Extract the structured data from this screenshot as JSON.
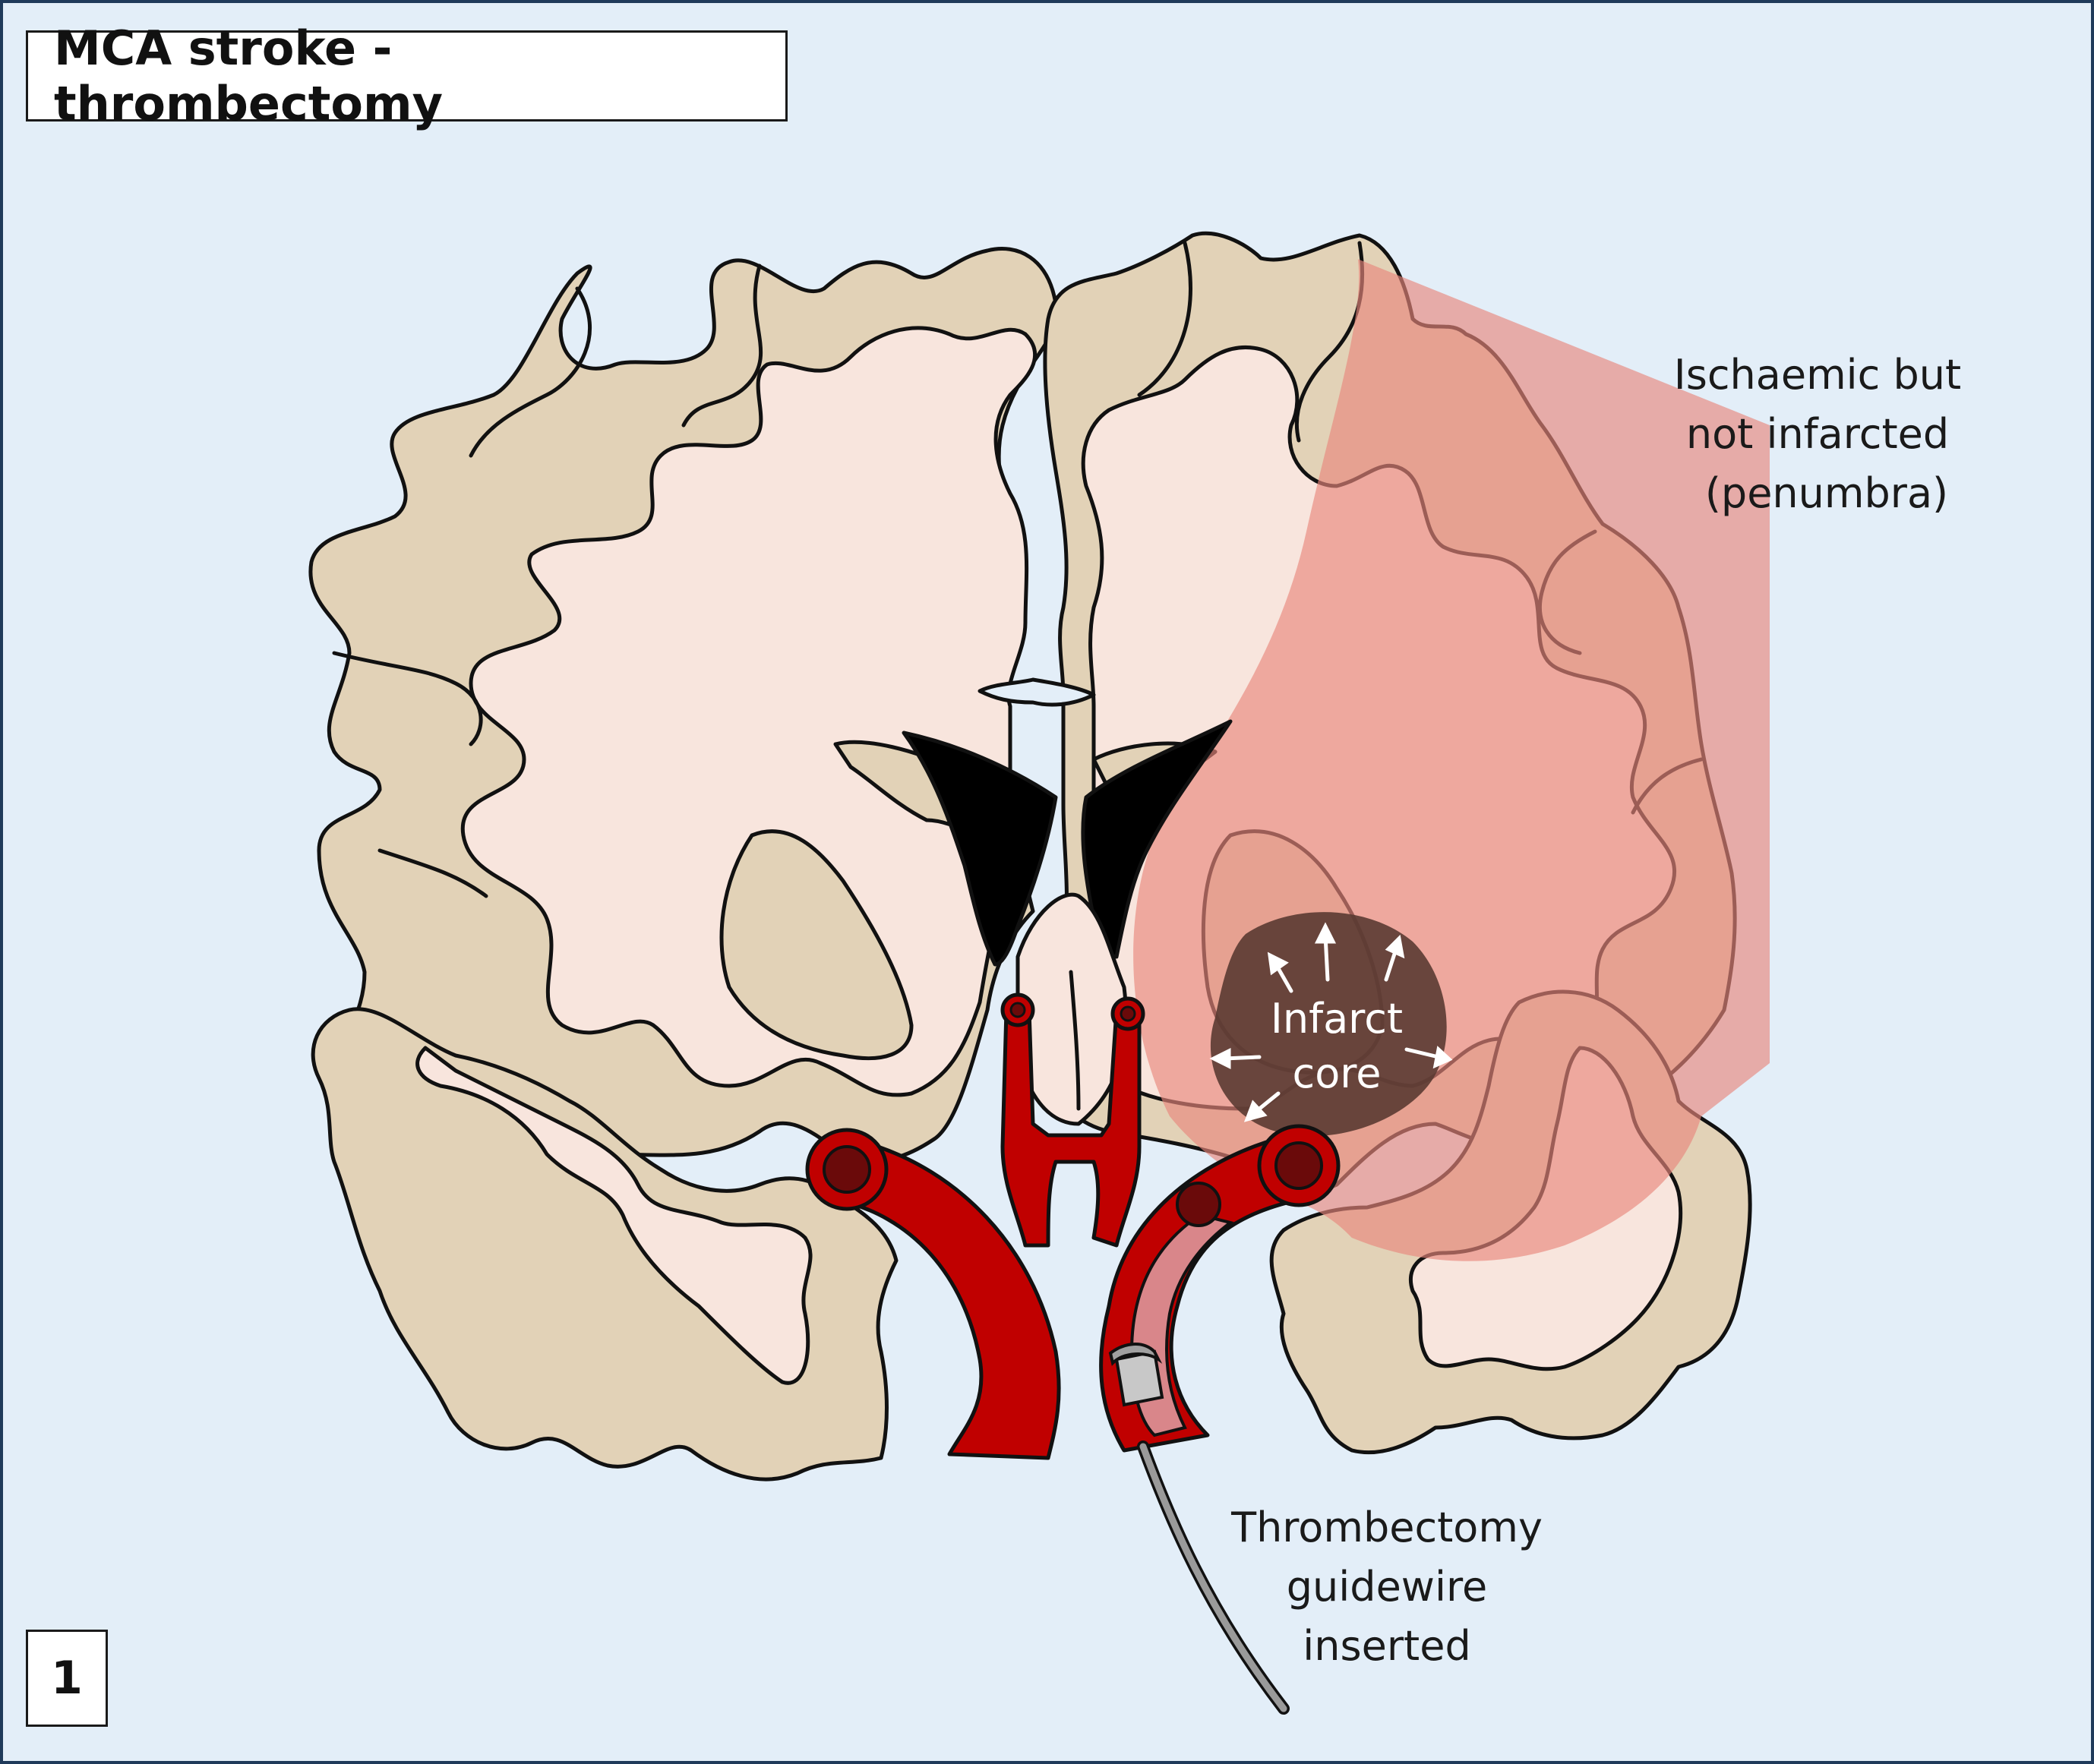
{
  "title": "MCA stroke - thrombectomy",
  "panel_number": "1",
  "labels": {
    "penumbra": [
      "Ischaemic but",
      "not infarcted",
      "(penumbra)"
    ],
    "infarct_core": [
      "Infarct",
      "core"
    ],
    "guidewire": [
      "Thrombectomy",
      "guidewire",
      "inserted"
    ]
  },
  "colors": {
    "background": "#e3eef8",
    "border": "#1f3a5a",
    "grey_matter": "#e2d2b7",
    "white_matter": "#f8e5dd",
    "penumbra": "#e8877c",
    "infarct_core": "#5a3a32",
    "artery": "#c00000",
    "clot": "#6a0a0a",
    "ventricle": "#000000",
    "guidewire": "#9a9a9a"
  },
  "icons": [
    "arrow-outward-icon",
    "clot-icon",
    "catheter-icon"
  ]
}
